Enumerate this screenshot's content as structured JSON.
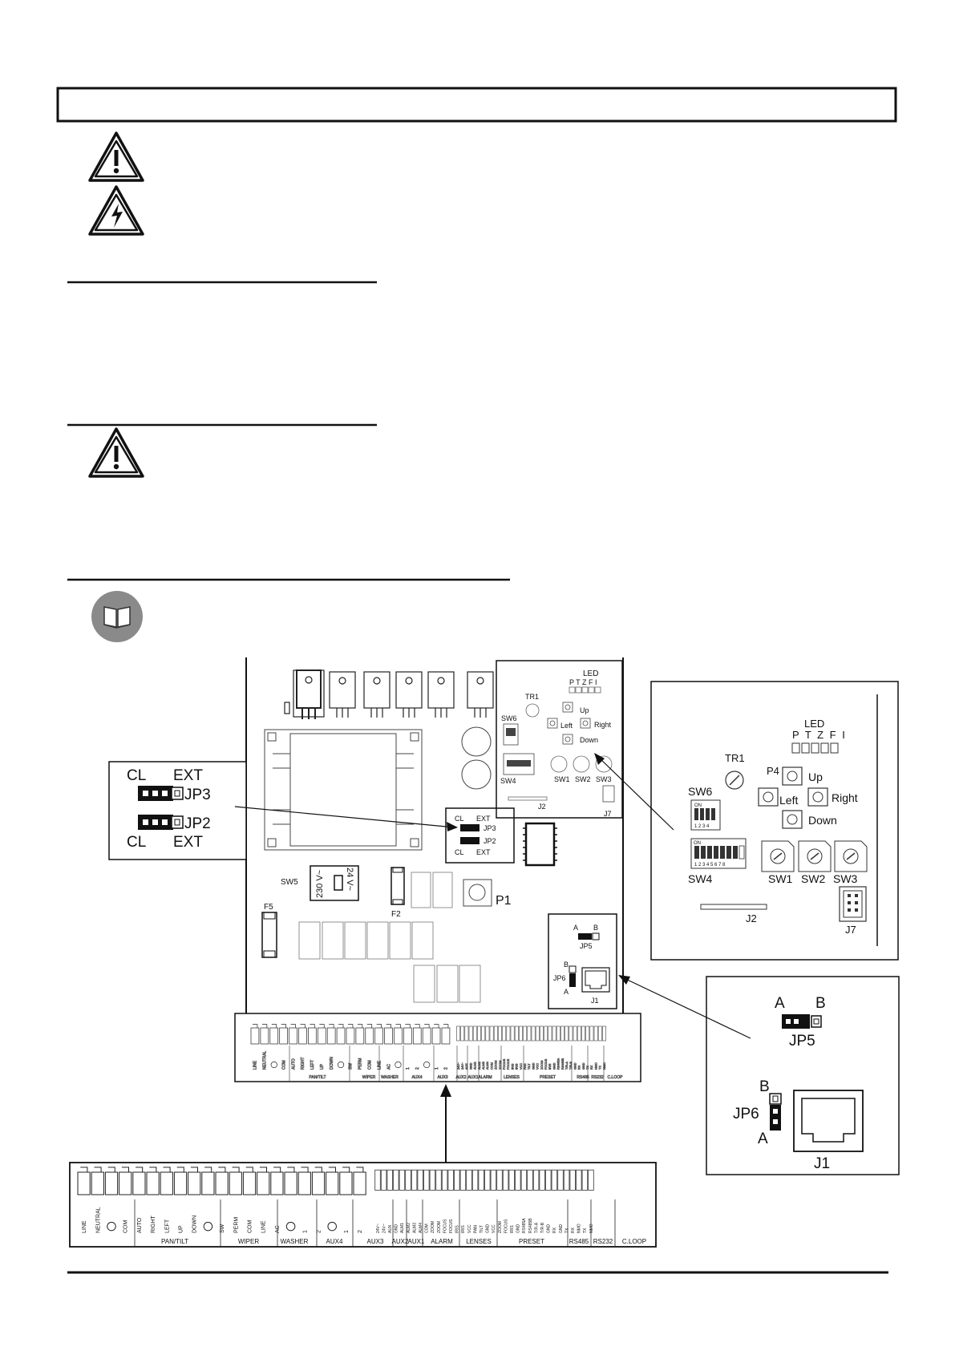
{
  "colors": {
    "ink": "#111111",
    "book_icon_bg": "#8a8a8a",
    "paper": "#ffffff"
  },
  "icons": [
    "warning-triangle-icon",
    "electric-shock-icon",
    "manual-book-icon"
  ],
  "board": {
    "relay_tabs": [
      "LED",
      "P T Z F I"
    ],
    "led_label": "LED",
    "led_letters": "P T Z F I",
    "tr1": "TR1",
    "sw6": "SW6",
    "sw4": "SW4",
    "sw1": "SW1",
    "sw2": "SW2",
    "sw3": "SW3",
    "j2": "J2",
    "j7": "J7",
    "p4": "P4",
    "up": "Up",
    "down": "Down",
    "left": "Left",
    "right": "Right",
    "cl": "CL",
    "ext": "EXT",
    "jp3": "JP3",
    "jp2": "JP2",
    "sw5": "SW5",
    "v230": "230 V~",
    "v24": "24 V~",
    "f5": "F5",
    "f2": "F2",
    "p1": "P1",
    "a": "A",
    "b": "B",
    "jp5": "JP5",
    "jp6": "JP6",
    "j1": "J1",
    "on": "ON",
    "dip4_numbers": "1 2 3 4",
    "dip8_numbers": "1 2 3 4 5 6 7 8"
  },
  "terminals": {
    "big": [
      "LINE",
      "NEUTRAL",
      "",
      "COM",
      "AUTO",
      "RIGHT",
      "LEFT",
      "UP",
      "DOWN",
      "",
      "SW",
      "PERM",
      "COM",
      "LINE",
      "AC",
      "",
      "1",
      "2",
      "",
      "1",
      "2"
    ],
    "big_groups": [
      "PAN/TILT",
      "WIPER",
      "WASHER",
      "AUX4",
      "AUX3"
    ],
    "small": [
      "24V~",
      "24V~",
      "AUX",
      "GND",
      "ALM1",
      "ALM2",
      "ALM3",
      "ALM4",
      "COM",
      "ZOOM",
      "ZOOM",
      "FOCUS",
      "FOCUS",
      "IRIS",
      "IRIS",
      "VCC",
      "PAN",
      "TILT",
      "GND",
      "VCC",
      "ZOOM",
      "FOCUS",
      "IRIS",
      "GND",
      "RS485A",
      "RS485B",
      "T/R-A",
      "T/R-B",
      "GND",
      "RX",
      "GND",
      "TX",
      "RX",
      "NMO",
      "TX",
      "NMO"
    ],
    "small_groups": [
      "AUX2",
      "AUX1",
      "ALARM",
      "LENSES",
      "PRESET",
      "RS485",
      "RS232",
      "C.LOOP"
    ]
  }
}
